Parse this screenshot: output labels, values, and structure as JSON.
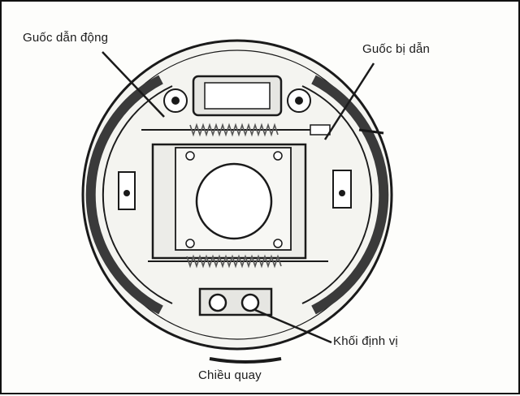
{
  "labels": {
    "leading_shoe": "Guốc dẫn động",
    "trailing_shoe": "Guốc bị dẫn",
    "anchor_block": "Khối định vị",
    "rotation_direction": "Chiều quay"
  },
  "colors": {
    "ink": "#1a1a1a",
    "lining": "#3a3a3a",
    "spring": "#555555",
    "paper": "#fdfdfb"
  }
}
